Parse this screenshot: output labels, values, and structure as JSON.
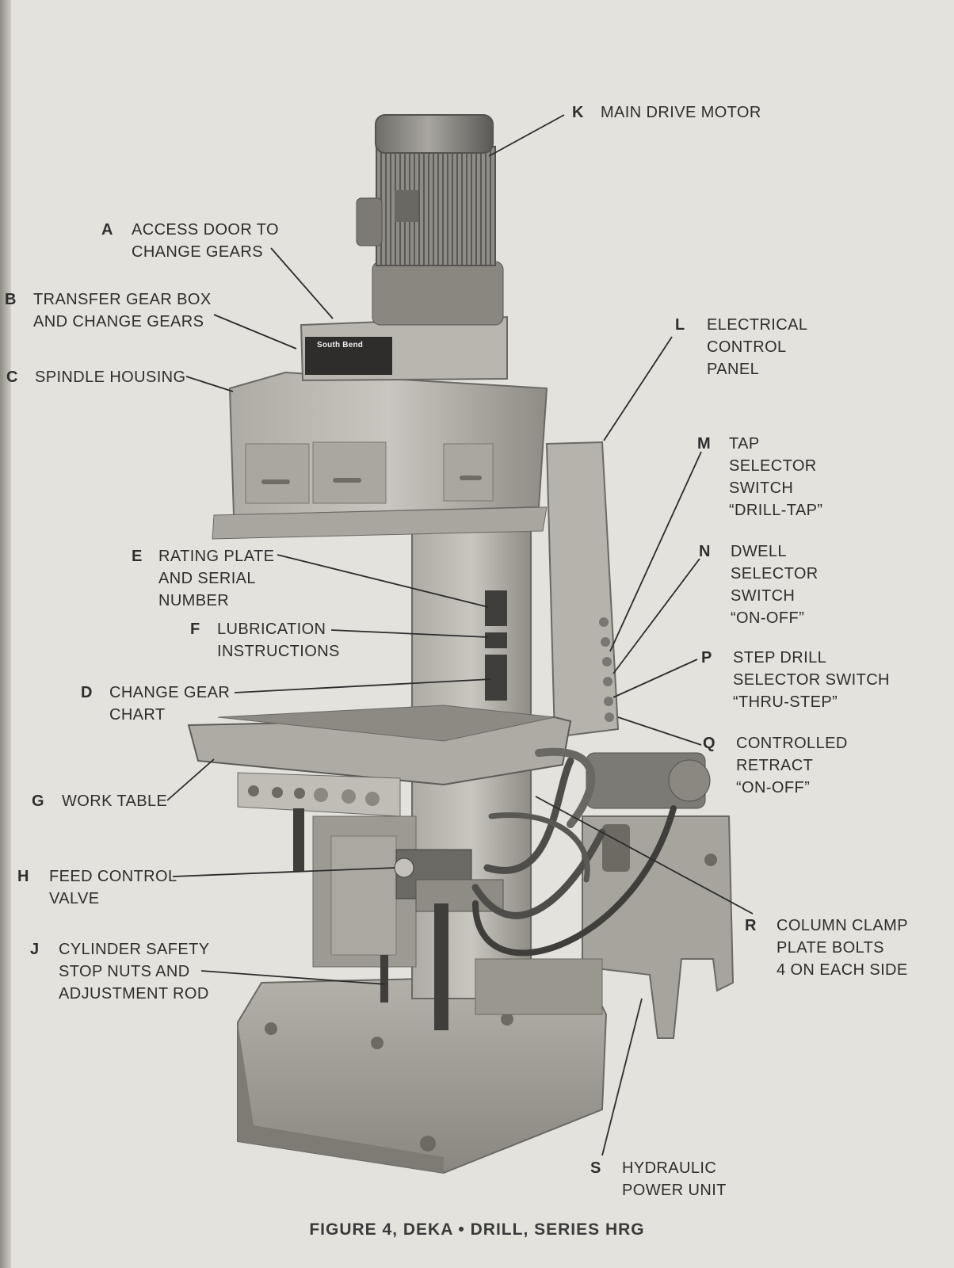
{
  "figure": {
    "caption": "FIGURE 4, DEKA • DRILL, SERIES HRG",
    "nameplate": "South Bend"
  },
  "callouts": [
    {
      "id": "K",
      "letter": "K",
      "text": "MAIN DRIVE MOTOR"
    },
    {
      "id": "A",
      "letter": "A",
      "text": "ACCESS DOOR TO\nCHANGE GEARS"
    },
    {
      "id": "B",
      "letter": "B",
      "text": "TRANSFER GEAR BOX\nAND CHANGE GEARS"
    },
    {
      "id": "C",
      "letter": "C",
      "text": "SPINDLE HOUSING"
    },
    {
      "id": "L",
      "letter": "L",
      "text": "ELECTRICAL\nCONTROL\nPANEL"
    },
    {
      "id": "M",
      "letter": "M",
      "text": "TAP\nSELECTOR\nSWITCH\n“DRILL-TAP”"
    },
    {
      "id": "E",
      "letter": "E",
      "text": "RATING PLATE\nAND SERIAL\nNUMBER"
    },
    {
      "id": "N",
      "letter": "N",
      "text": "DWELL\nSELECTOR\nSWITCH\n“ON-OFF”"
    },
    {
      "id": "F",
      "letter": "F",
      "text": "LUBRICATION\nINSTRUCTIONS"
    },
    {
      "id": "P",
      "letter": "P",
      "text": "STEP DRILL\nSELECTOR SWITCH\n“THRU-STEP”"
    },
    {
      "id": "D",
      "letter": "D",
      "text": "CHANGE GEAR\nCHART"
    },
    {
      "id": "Q",
      "letter": "Q",
      "text": "CONTROLLED\nRETRACT\n“ON-OFF”"
    },
    {
      "id": "G",
      "letter": "G",
      "text": "WORK TABLE"
    },
    {
      "id": "H",
      "letter": "H",
      "text": "FEED CONTROL\nVALVE"
    },
    {
      "id": "R",
      "letter": "R",
      "text": "COLUMN CLAMP\nPLATE BOLTS\n4 ON EACH SIDE"
    },
    {
      "id": "J",
      "letter": "J",
      "text": "CYLINDER SAFETY\nSTOP NUTS AND\nADJUSTMENT ROD"
    },
    {
      "id": "S",
      "letter": "S",
      "text": "HYDRAULIC\nPOWER UNIT"
    }
  ],
  "colors": {
    "paper": "#e4e2dc",
    "machine_light": "#bcbab3",
    "machine_mid": "#9d9a93",
    "machine_dark": "#5e5c57",
    "ink": "#2c2c2c"
  }
}
